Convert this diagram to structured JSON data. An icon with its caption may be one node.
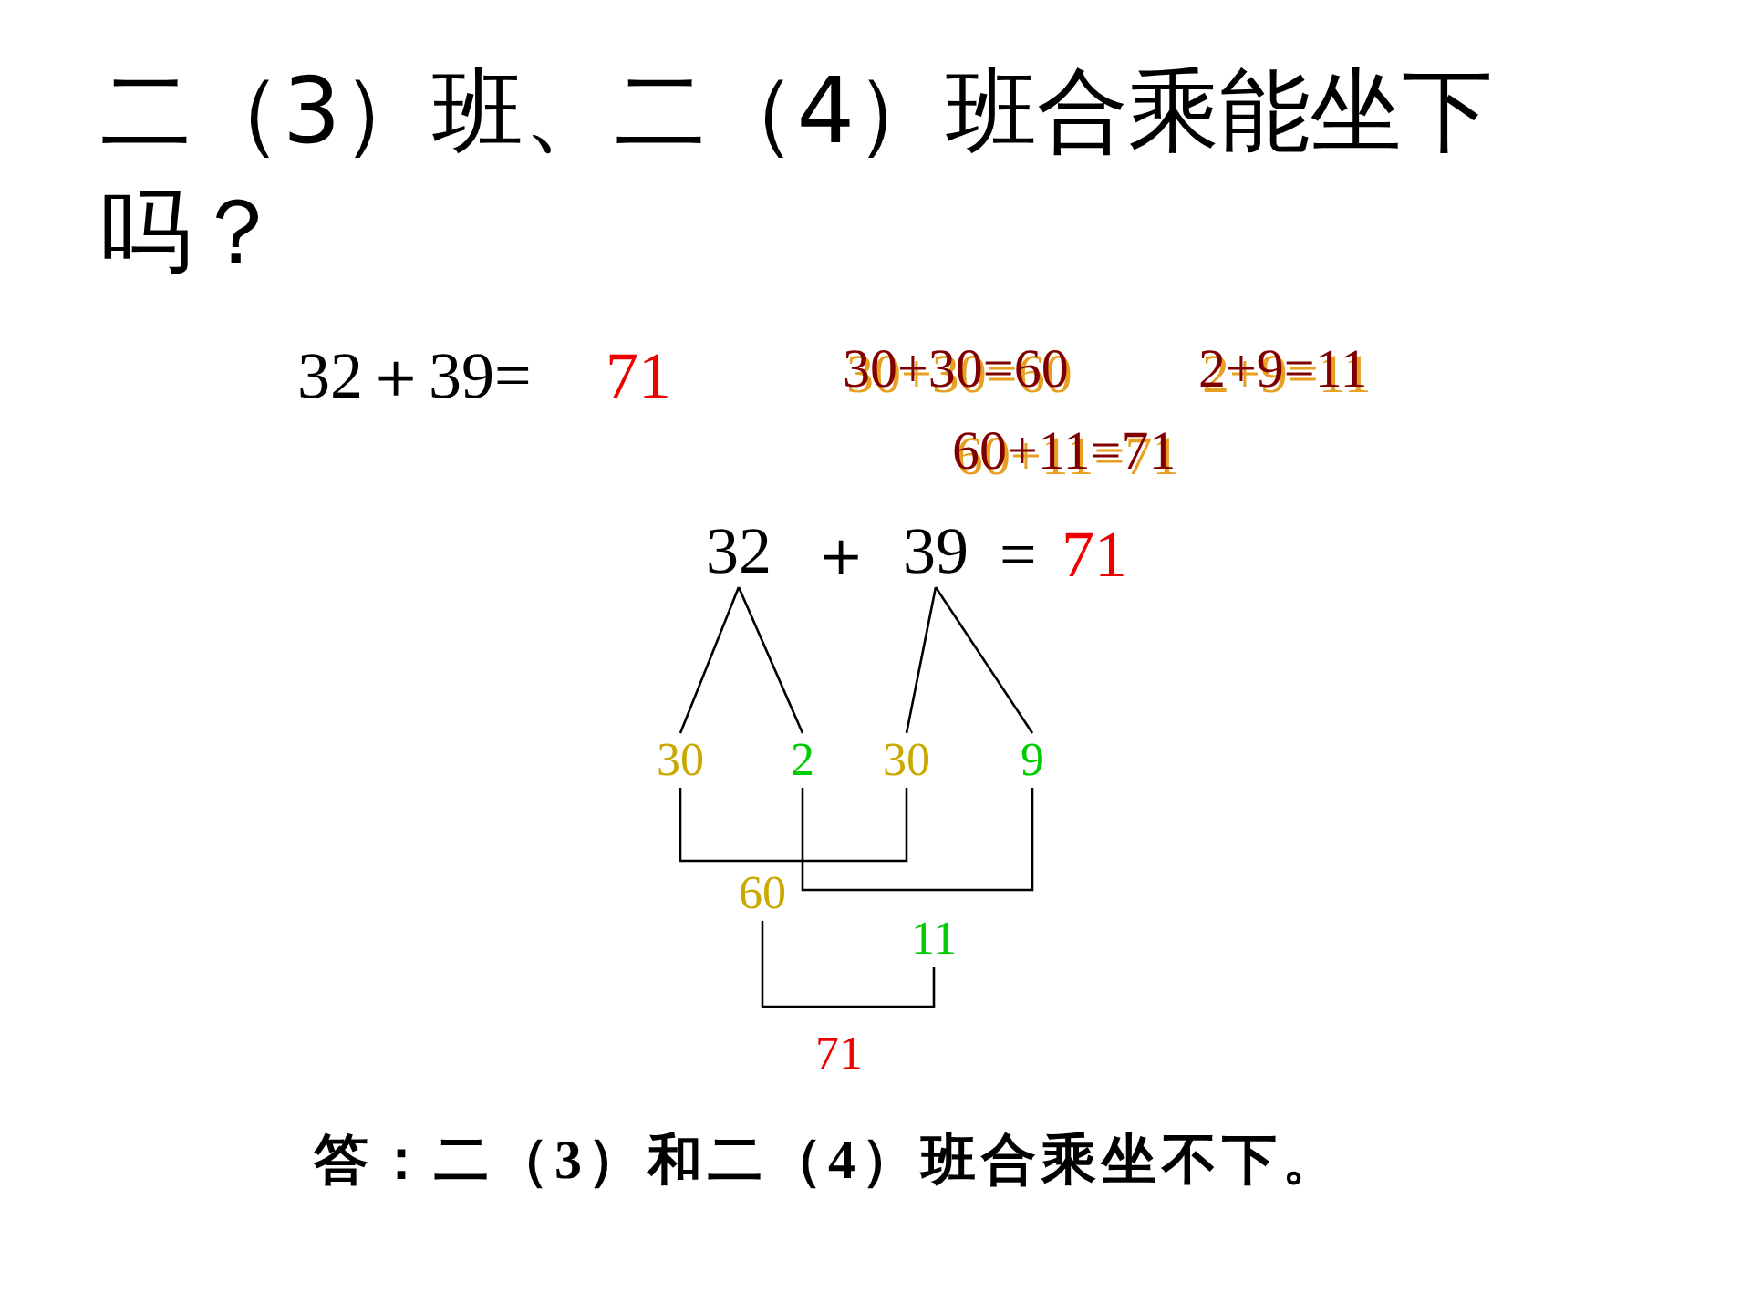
{
  "diagram": {
    "title": "二（3）班、二（4）班合乘能坐下吗？",
    "nodes": [
      {
        "text": [
          "32"
        ]
      },
      {
        "text": [
          "39"
        ]
      },
      {
        "text": [
          "30"
        ]
      },
      {
        "text": [
          "2"
        ]
      },
      {
        "text": [
          "30"
        ]
      },
      {
        "text": [
          "9"
        ]
      },
      {
        "text": [
          "60"
        ]
      },
      {
        "text": [
          "11"
        ]
      },
      {
        "text": [
          "71"
        ]
      }
    ],
    "edges": [
      {
        "from": 0,
        "to": 2,
        "arrow": "none"
      },
      {
        "from": 0,
        "to": 3,
        "arrow": "none"
      },
      {
        "from": 1,
        "to": 4,
        "arrow": "none"
      },
      {
        "from": 1,
        "to": 5,
        "arrow": "none"
      },
      {
        "from": 2,
        "to": 4,
        "arrow": "none"
      },
      {
        "from": 3,
        "to": 5,
        "arrow": "none"
      },
      {
        "from": 6,
        "to": 7,
        "arrow": "none"
      }
    ],
    "labels": [
      "32＋39=",
      "71",
      "30+30=60",
      "2+9=11",
      "60+11=71",
      "＋",
      "=",
      "71",
      "答：二（3）和二（4）班合乘坐不下。"
    ]
  }
}
